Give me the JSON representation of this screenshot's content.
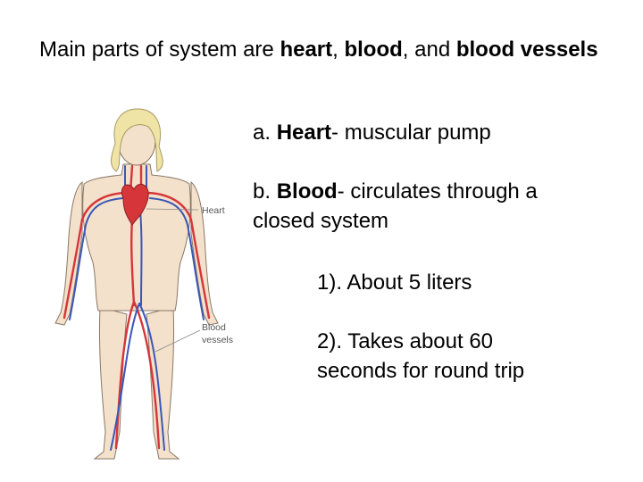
{
  "title": {
    "prefix": "Main parts of system are ",
    "heart": "heart",
    "sep1": ", ",
    "blood": "blood",
    "sep2": ", and ",
    "vessels": "blood vessels"
  },
  "figure": {
    "labels": {
      "heart": "Heart",
      "vessels_line1": "Blood",
      "vessels_line2": "vessels"
    },
    "colors": {
      "artery": "#d6363a",
      "vein": "#3b57b6",
      "skin": "#f3e1cb",
      "hair": "#f0e3a6"
    }
  },
  "bullets": {
    "a": {
      "prefix": "a. ",
      "bold": "Heart",
      "rest": "- muscular pump"
    },
    "b": {
      "prefix": "b. ",
      "bold": "Blood",
      "rest": "- circulates through a closed system"
    },
    "b1": {
      "text": "1). About 5 liters"
    },
    "b2": {
      "text": "2). Takes about 60 seconds for round trip"
    }
  }
}
